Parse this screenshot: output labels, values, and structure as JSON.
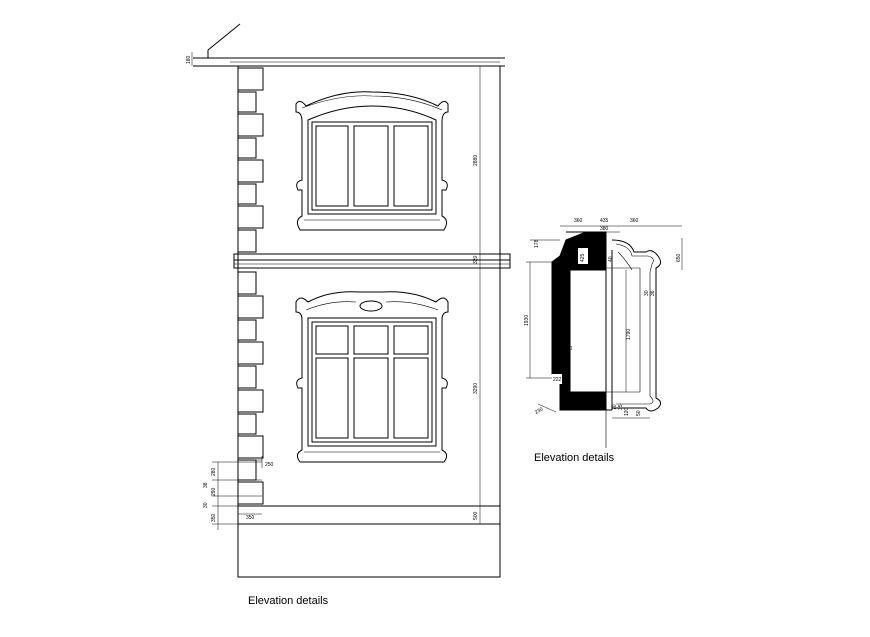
{
  "captions": {
    "main": "Elevation details",
    "detail": "Elevation details"
  },
  "facade_dims": {
    "top_cornice": "180",
    "upper_height": "2880",
    "band": "320",
    "lower_height": "3290",
    "base": "500",
    "stone_a": "250",
    "stone_b": "280",
    "stone_c": "290",
    "stone_d": "38",
    "stone_e": "30",
    "stone_f": "350",
    "stone_w": "350"
  },
  "section_dims": {
    "top_a": "360",
    "top_b": "435",
    "top_c": "360",
    "top_d": "380",
    "height_total": "1930",
    "inner": "1790",
    "thk": "150",
    "right": "650",
    "lintel": "425",
    "sill": "222",
    "angle": "230",
    "small1": "178",
    "small2": "40",
    "small3": "30",
    "small4": "36",
    "bot1": "70",
    "bot2": "35",
    "bot3": "50",
    "bot4": "120"
  }
}
